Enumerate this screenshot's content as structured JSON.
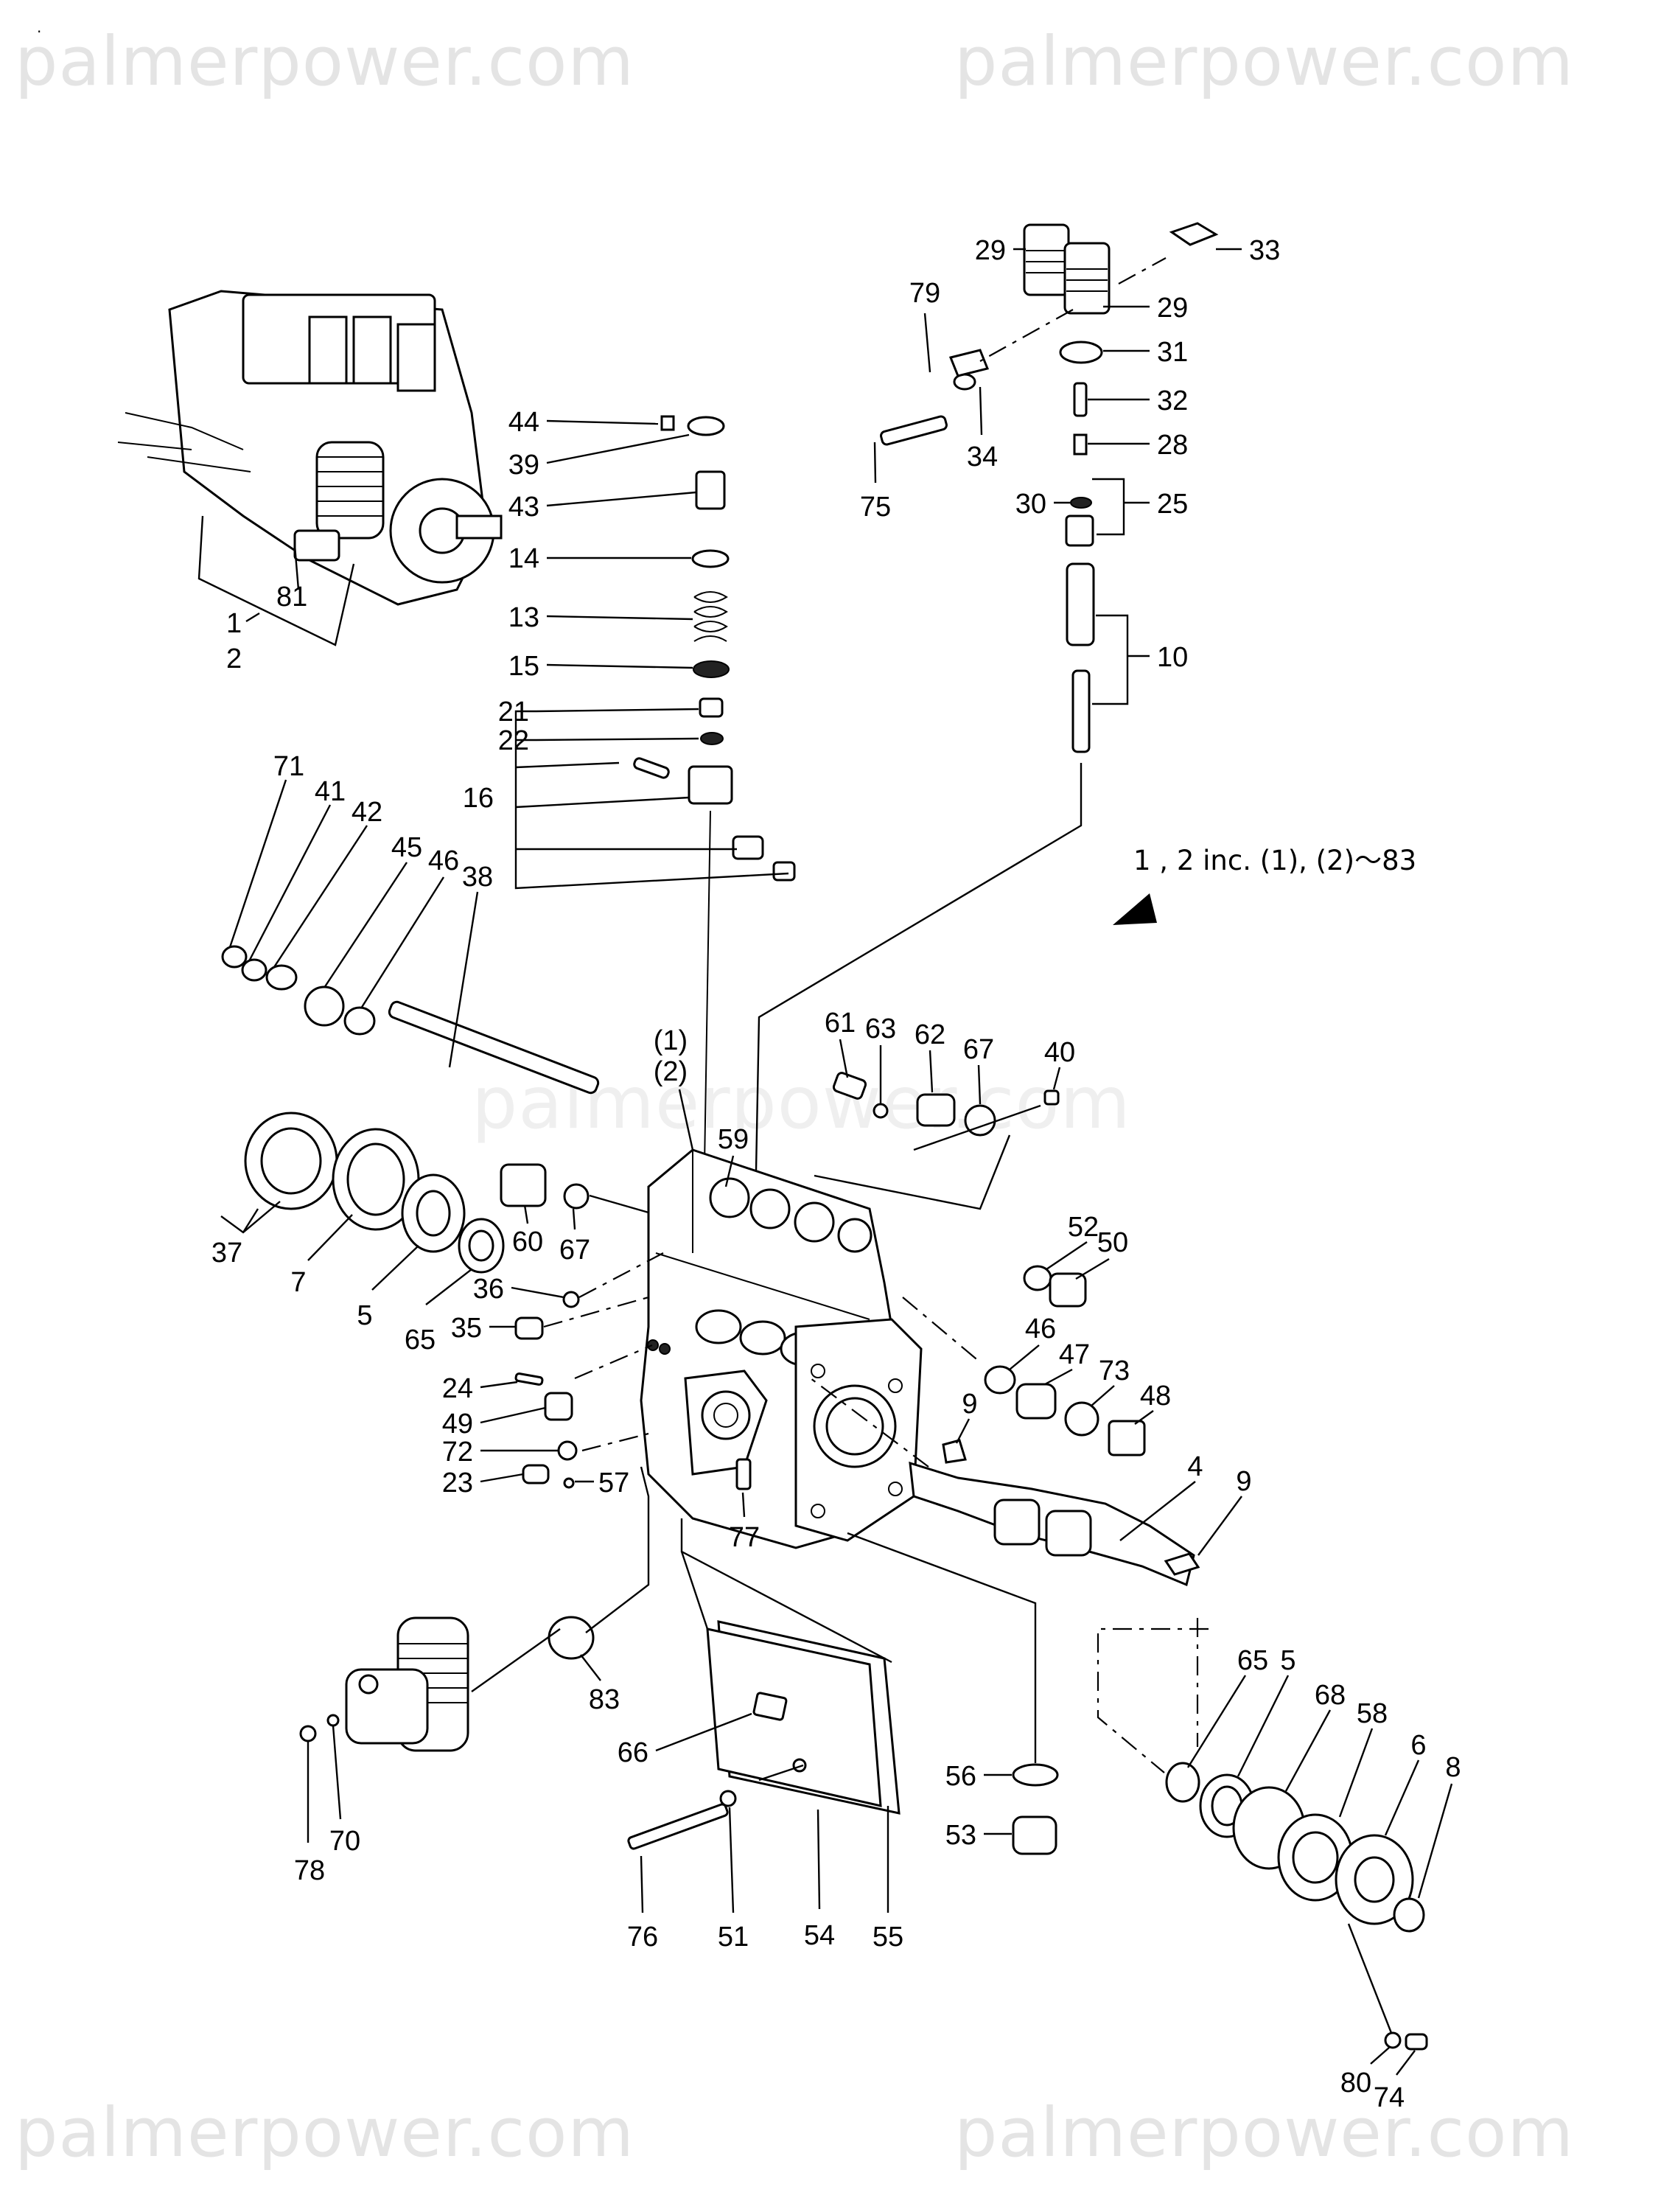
{
  "watermark": {
    "text": "palmerpower.com"
  },
  "note": {
    "text": "1 , 2  inc. (1), (2)～83"
  },
  "housing_label": {
    "line1": "(1)",
    "line2": "(2)"
  },
  "callouts": {
    "c1": "1",
    "c2": "2",
    "c81": "81",
    "c44": "44",
    "c39": "39",
    "c43": "43",
    "c14": "14",
    "c13": "13",
    "c15": "15",
    "c21": "21",
    "c22": "22",
    "c16": "16",
    "c79": "79",
    "c75": "75",
    "c34": "34",
    "c29a": "29",
    "c29b": "29",
    "c33": "33",
    "c31": "31",
    "c32": "32",
    "c28": "28",
    "c30": "30",
    "c25": "25",
    "c10": "10",
    "c71": "71",
    "c41": "41",
    "c42": "42",
    "c45": "45",
    "c46a": "46",
    "c38": "38",
    "c37": "37",
    "c7": "7",
    "c5a": "5",
    "c65a": "65",
    "c60": "60",
    "c67a": "67",
    "c59": "59",
    "c61": "61",
    "c63": "63",
    "c62": "62",
    "c67b": "67",
    "c40": "40",
    "c36": "36",
    "c35": "35",
    "c24": "24",
    "c49": "49",
    "c72": "72",
    "c23": "23",
    "c57": "57",
    "c77": "77",
    "c52": "52",
    "c50": "50",
    "c46b": "46",
    "c47": "47",
    "c73": "73",
    "c48": "48",
    "c9a": "9",
    "c4": "4",
    "c9b": "9",
    "c83": "83",
    "c78": "78",
    "c70": "70",
    "c66": "66",
    "c76": "76",
    "c51": "51",
    "c54": "54",
    "c55": "55",
    "c56": "56",
    "c53": "53",
    "c65b": "65",
    "c5b": "5",
    "c68": "68",
    "c58": "58",
    "c6": "6",
    "c8": "8",
    "c80": "80",
    "c74": "74"
  }
}
